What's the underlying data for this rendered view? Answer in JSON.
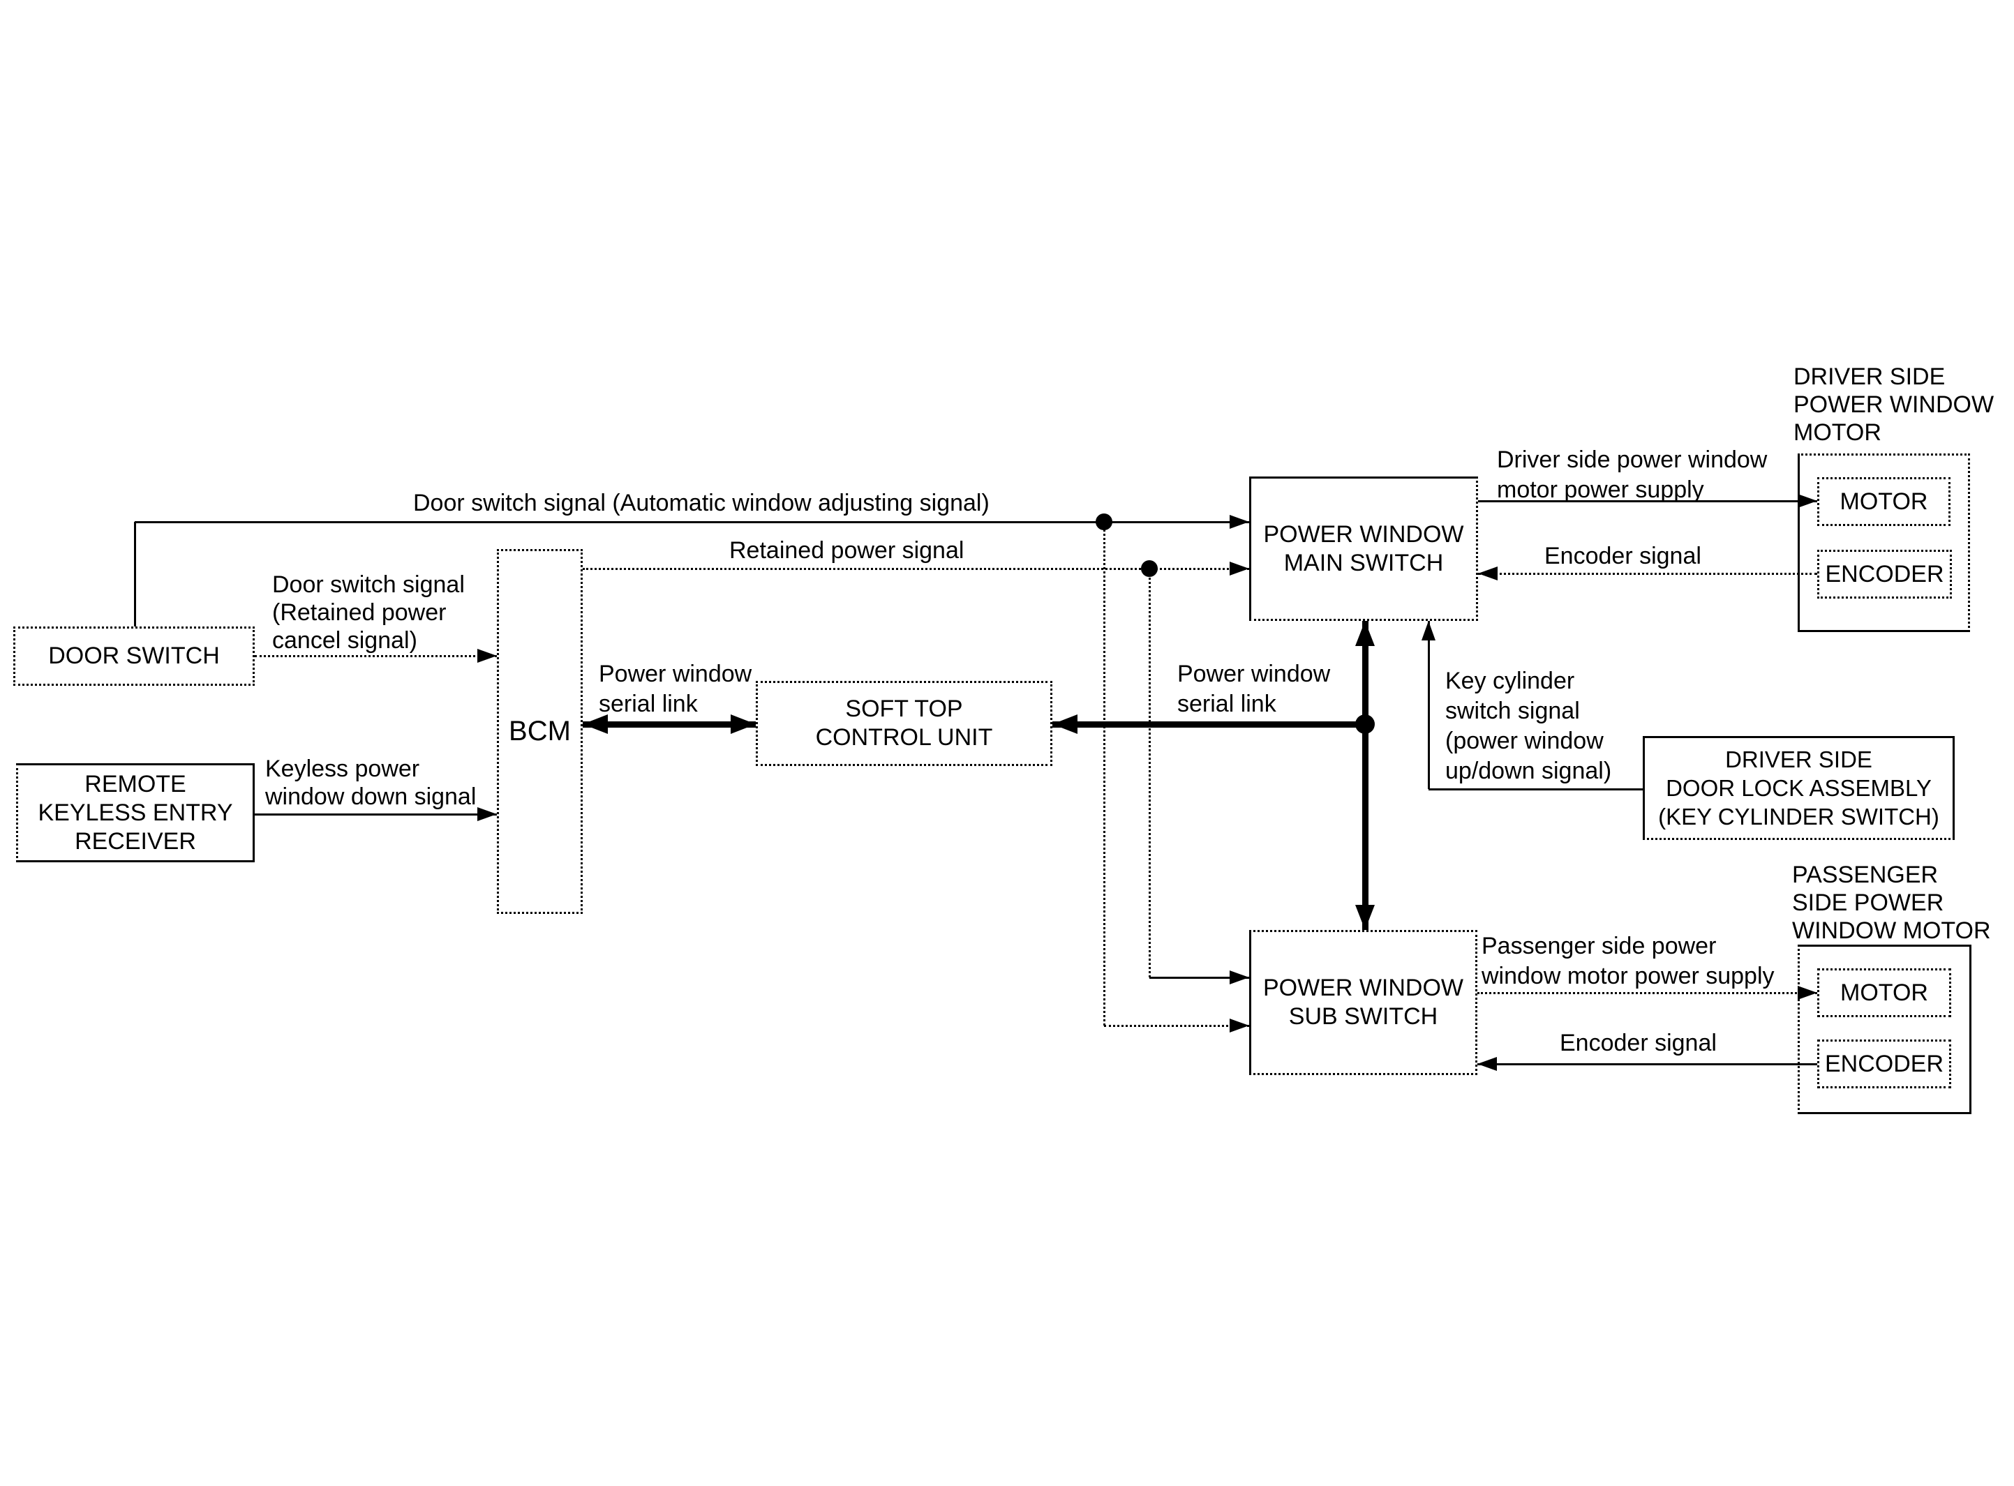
{
  "colors": {
    "background": "#ffffff",
    "ink": "#000000"
  },
  "boxes": {
    "door_switch": {
      "label": "DOOR SWITCH"
    },
    "remote_keyless": {
      "label": "REMOTE\nKEYLESS ENTRY\nRECEIVER"
    },
    "bcm": {
      "label": "BCM"
    },
    "soft_top": {
      "label": "SOFT TOP\nCONTROL UNIT"
    },
    "main_switch": {
      "label": "POWER WINDOW\nMAIN SWITCH"
    },
    "sub_switch": {
      "label": "POWER WINDOW\nSUB SWITCH"
    },
    "driver_unit": {
      "title": "DRIVER SIDE\nPOWER WINDOW\nMOTOR",
      "motor": "MOTOR",
      "encoder": "ENCODER"
    },
    "passenger_unit": {
      "title": "PASSENGER\nSIDE POWER\nWINDOW MOTOR",
      "motor": "MOTOR",
      "encoder": "ENCODER"
    },
    "door_lock": {
      "label": "DRIVER SIDE\nDOOR LOCK ASSEMBLY\n(KEY CYLINDER SWITCH)"
    }
  },
  "signals": {
    "door_switch_auto": "Door switch signal (Automatic window adjusting signal)",
    "retained_power": "Retained power signal",
    "door_switch_bcm": "Door switch signal\n(Retained power\ncancel signal)",
    "keyless": "Keyless power\nwindow down signal",
    "serial_link_left": "Power window\nserial link",
    "serial_link_right": "Power window\nserial link",
    "key_cylinder": "Key cylinder\nswitch signal\n(power window\nup/down signal)",
    "driver_supply": "Driver side power window\nmotor power supply",
    "driver_encoder": "Encoder signal",
    "passenger_supply": "Passenger side power\nwindow motor power supply",
    "passenger_encoder": "Encoder signal"
  }
}
